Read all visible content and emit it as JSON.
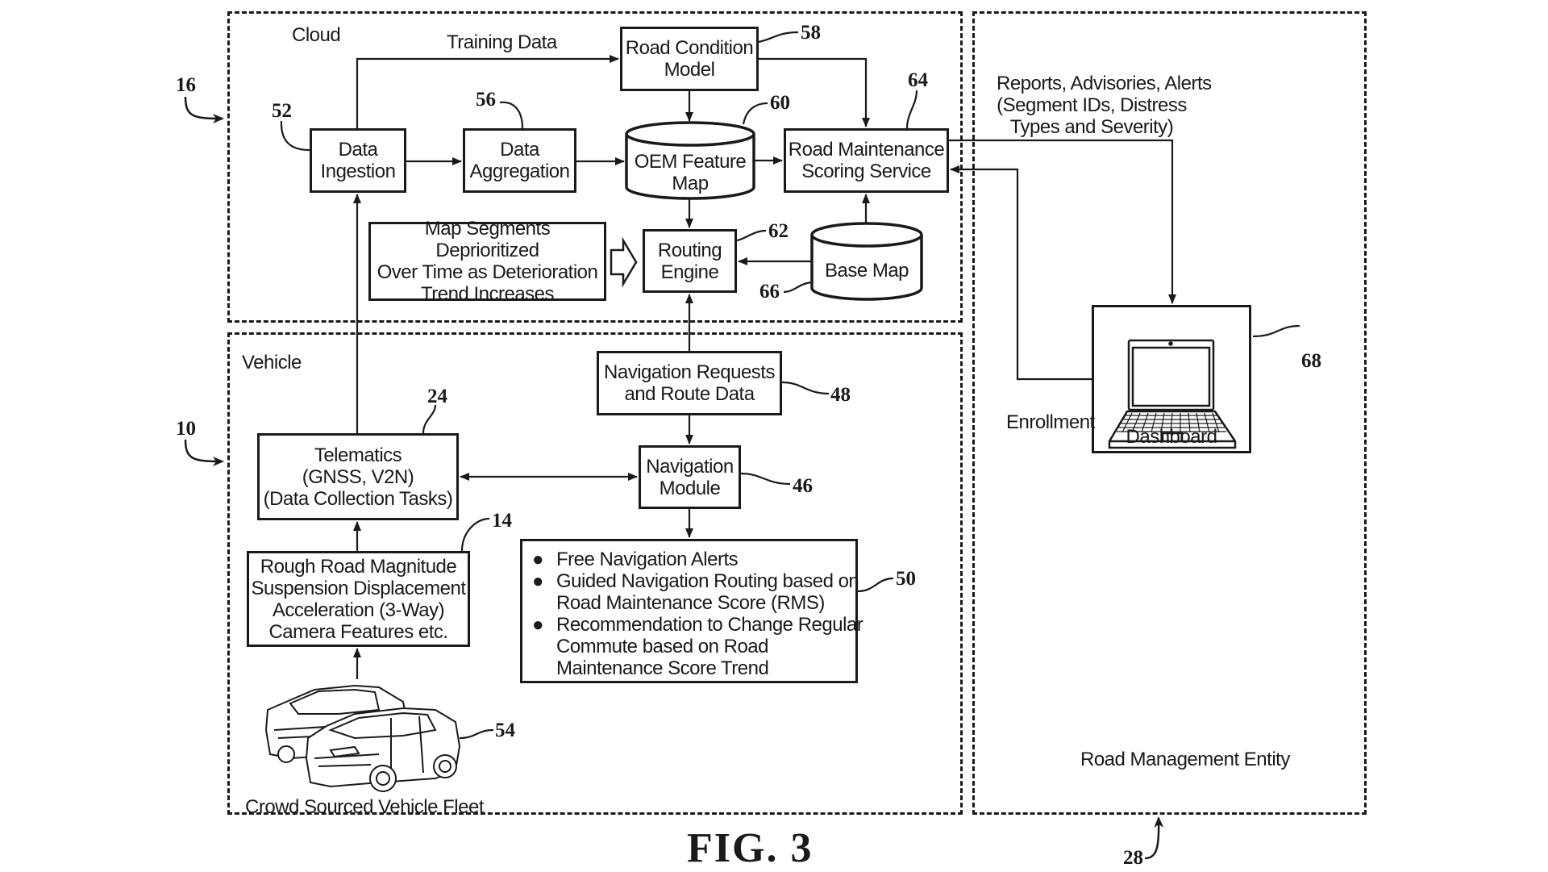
{
  "figure": {
    "caption": "FIG. 3"
  },
  "regions": {
    "cloud": {
      "label": "Cloud",
      "ref": "16"
    },
    "vehicle": {
      "label": "Vehicle",
      "ref": "10"
    },
    "road_management": {
      "label": "Road Management Entity",
      "ref": "28"
    }
  },
  "nodes": {
    "road_condition_model": {
      "lines": [
        "Road Condition",
        "Model"
      ],
      "ref": "58"
    },
    "data_ingestion": {
      "lines": [
        "Data",
        "Ingestion"
      ],
      "ref": "52"
    },
    "data_aggregation": {
      "lines": [
        "Data",
        "Aggregation"
      ],
      "ref": "56"
    },
    "oem_feature_map": {
      "lines": [
        "OEM Feature",
        "Map"
      ],
      "ref": "60",
      "shape": "database-cylinder"
    },
    "road_maintenance_scoring": {
      "lines": [
        "Road Maintenance",
        "Scoring Service"
      ],
      "ref": "64"
    },
    "map_segments": {
      "lines": [
        "Map Segments Deprioritized",
        "Over Time as Deterioration",
        "Trend Increases"
      ]
    },
    "routing_engine": {
      "lines": [
        "Routing",
        "Engine"
      ],
      "ref": "62"
    },
    "base_map": {
      "lines": [
        "Base Map"
      ],
      "ref": "66",
      "shape": "database-cylinder"
    },
    "navigation_requests": {
      "lines": [
        "Navigation Requests",
        "and Route Data"
      ],
      "ref": "48"
    },
    "telematics": {
      "lines": [
        "Telematics",
        "(GNSS, V2N)",
        "(Data Collection Tasks)"
      ],
      "ref": "24"
    },
    "navigation_module": {
      "lines": [
        "Navigation",
        "Module"
      ],
      "ref": "46"
    },
    "rough_road": {
      "lines": [
        "Rough Road Magnitude",
        "Suspension Displacement",
        "Acceleration (3-Way)",
        "Camera Features etc."
      ],
      "ref": "14"
    },
    "navigation_outputs": {
      "ref": "50",
      "bullets": [
        {
          "lines": [
            "Free Navigation Alerts"
          ]
        },
        {
          "lines": [
            "Guided Navigation Routing based on",
            "Road Maintenance Score (RMS)"
          ]
        },
        {
          "lines": [
            "Recommendation to Change Regular",
            "Commute based on Road",
            "Maintenance Score Trend"
          ]
        }
      ]
    },
    "vehicle_fleet": {
      "label": "Crowd Sourced Vehicle Fleet",
      "ref": "54",
      "icon": "car-fleet-icon"
    },
    "dashboard": {
      "label": "Dashboard",
      "ref": "68",
      "icon": "laptop-icon"
    }
  },
  "edge_labels": {
    "training_data": "Training Data",
    "reports": [
      "Reports, Advisories, Alerts",
      "(Segment IDs, Distress",
      "Types and Severity)"
    ],
    "enrollment": "Enrollment"
  },
  "edges": [
    {
      "from": "data_ingestion",
      "to": "road_condition_model",
      "label": "Training Data"
    },
    {
      "from": "data_ingestion",
      "to": "data_aggregation"
    },
    {
      "from": "data_aggregation",
      "to": "oem_feature_map"
    },
    {
      "from": "road_condition_model",
      "to": "oem_feature_map"
    },
    {
      "from": "road_condition_model",
      "to": "road_maintenance_scoring"
    },
    {
      "from": "oem_feature_map",
      "to": "road_maintenance_scoring"
    },
    {
      "from": "oem_feature_map",
      "to": "routing_engine"
    },
    {
      "from": "base_map",
      "to": "road_maintenance_scoring"
    },
    {
      "from": "base_map",
      "to": "routing_engine"
    },
    {
      "from": "map_segments",
      "to": "routing_engine",
      "style": "hollow-arrow"
    },
    {
      "from": "navigation_requests",
      "to": "routing_engine"
    },
    {
      "from": "navigation_requests",
      "to": "navigation_module"
    },
    {
      "from": "telematics",
      "to": "data_ingestion"
    },
    {
      "from": "telematics",
      "to": "navigation_module",
      "bidirectional": true
    },
    {
      "from": "navigation_module",
      "to": "navigation_outputs"
    },
    {
      "from": "rough_road",
      "to": "telematics"
    },
    {
      "from": "vehicle_fleet",
      "to": "rough_road"
    },
    {
      "from": "road_maintenance_scoring",
      "to": "dashboard",
      "label": "Reports, Advisories, Alerts (Segment IDs, Distress Types and Severity)"
    },
    {
      "from": "dashboard",
      "to": "road_maintenance_scoring",
      "label": "Enrollment"
    }
  ]
}
